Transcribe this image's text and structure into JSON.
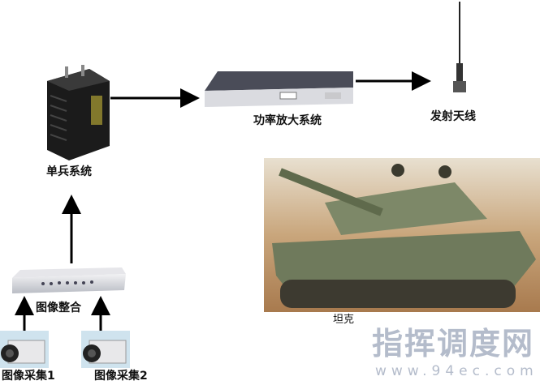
{
  "nodes": {
    "soldier_system": {
      "label": "单兵系统",
      "icon": "radio-unit-icon"
    },
    "power_amplifier": {
      "label": "功率放大系统",
      "icon": "rack-amplifier-icon"
    },
    "antenna": {
      "label": "发射天线",
      "icon": "antenna-icon"
    },
    "tank": {
      "label": "坦克",
      "icon": "tank-photo"
    },
    "image_integration": {
      "label": "图像整合",
      "icon": "video-encoder-icon"
    },
    "camera1": {
      "label": "图像采集1",
      "icon": "camera-icon"
    },
    "camera2": {
      "label": "图像采集2",
      "icon": "camera-icon"
    }
  },
  "watermark": {
    "title": "指挥调度网",
    "url": "www.94ec.com"
  },
  "colors": {
    "arrow": "#000000",
    "watermark": "#b4bccb"
  }
}
